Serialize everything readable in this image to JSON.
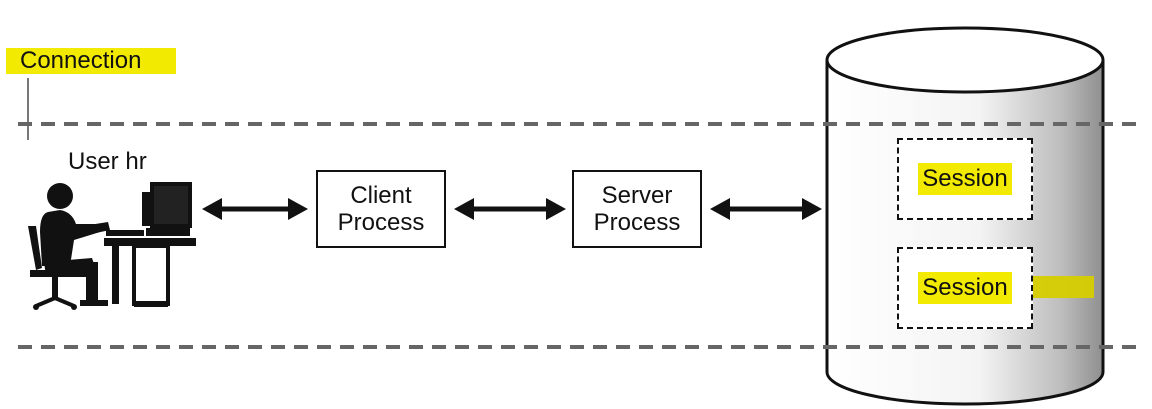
{
  "connection_label": "Connection",
  "user_label": "User hr",
  "client_process": {
    "line1": "Client",
    "line2": "Process"
  },
  "server_process": {
    "line1": "Server",
    "line2": "Process"
  },
  "sessions": [
    "Session",
    "Session"
  ],
  "colors": {
    "highlight": "#f2ea00",
    "stroke": "#111111",
    "dashed": "#666666",
    "cylinder_shade": "#9a9a9a"
  },
  "icons": [
    "user-at-computer-icon",
    "database-cylinder-icon"
  ]
}
